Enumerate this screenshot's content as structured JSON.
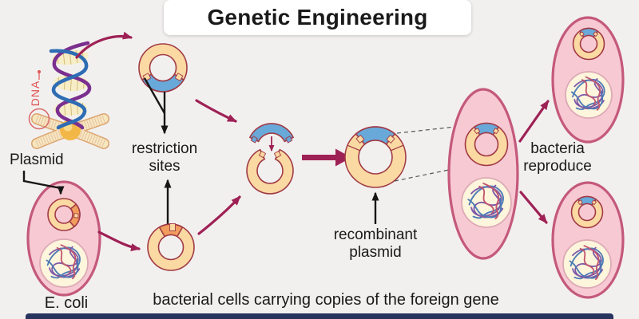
{
  "title": "Genetic Engineering",
  "labels": {
    "dna": "DNA",
    "plasmid": "Plasmid",
    "ecoli": "E. coli",
    "restriction_sites": "restriction\nsites",
    "recombinant_plasmid": "recombinant\nplasmid",
    "bacteria_reproduce": "bacteria\nreproduce",
    "caption": "bacterial cells carrying copies of the foreign gene"
  },
  "colors": {
    "background": "#f2f0ef",
    "title_bg": "#ffffff",
    "text": "#1a1a1a",
    "arrow_maroon": "#9e2155",
    "arrow_black": "#161616",
    "plasmid_fill": "#fbd9a2",
    "plasmid_outline": "#a03a46",
    "gene_blue": "#68a9d9",
    "gene_orange": "#f09d5d",
    "cell_fill": "#f7c9d3",
    "cell_outline": "#c4597c",
    "dna_tangle_bg": "#fdf5dc",
    "dna_label_red": "#e05252",
    "navy_bar": "#26345e"
  }
}
